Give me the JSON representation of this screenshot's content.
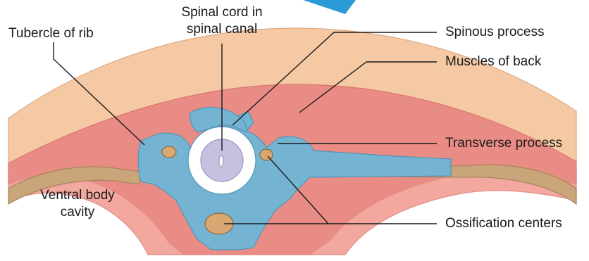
{
  "labels": {
    "tubercle_of_rib": "Tubercle of rib",
    "spinal_cord_line1": "Spinal cord in",
    "spinal_cord_line2": "spinal canal",
    "spinous_process": "Spinous process",
    "muscles_of_back": "Muscles of back",
    "transverse_process": "Transverse process",
    "ventral_line1": "Ventral body",
    "ventral_line2": "cavity",
    "ossification_centers": "Ossification centers"
  },
  "colors": {
    "skin": "#f5c9a3",
    "muscle": "#ea8c86",
    "muscle_light": "#f2a79f",
    "bone": "#74b4d2",
    "bone_dark": "#4f94b8",
    "cartilage_rib": "#caa57a",
    "ossification": "#d9a872",
    "spinal_cord": "#c7c0de",
    "arrow": "#2a9ad6",
    "leader": "#1a1a1a"
  }
}
